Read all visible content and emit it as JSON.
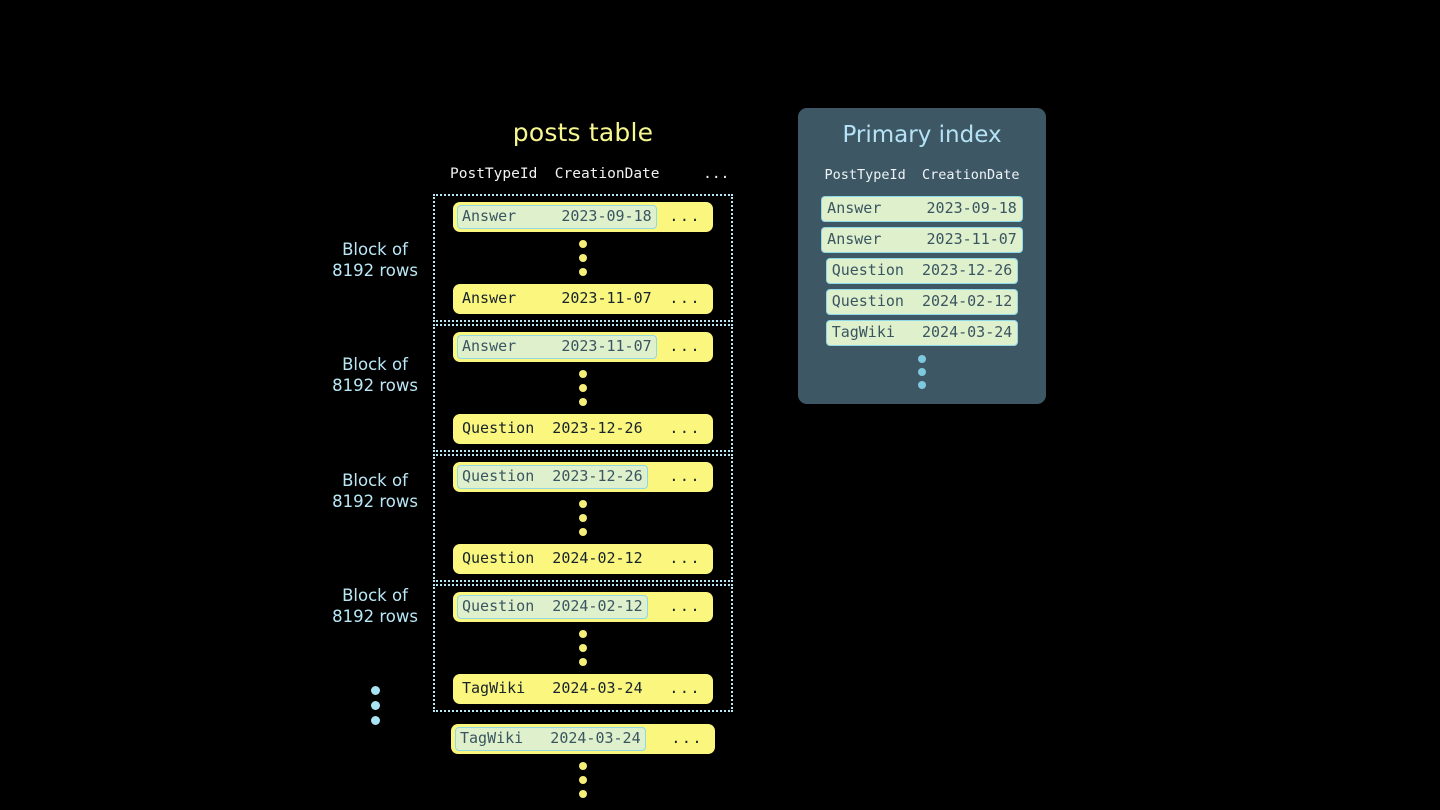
{
  "posts_table": {
    "title": "posts table",
    "columns_line": "PostTypeId  CreationDate     ...",
    "ellipsis": "...",
    "blocks": [
      {
        "label_line1": "Block of",
        "label_line2": "8192 rows",
        "first_row": "Answer     2023-09-18",
        "last_row": "Answer     2023-11-07"
      },
      {
        "label_line1": "Block of",
        "label_line2": "8192 rows",
        "first_row": "Answer     2023-11-07",
        "last_row": "Question  2023-12-26"
      },
      {
        "label_line1": "Block of",
        "label_line2": "8192 rows",
        "first_row": "Question  2023-12-26",
        "last_row": "Question  2024-02-12"
      },
      {
        "label_line1": "Block of",
        "label_line2": "8192 rows",
        "first_row": "Question  2024-02-12",
        "last_row": "TagWiki   2024-03-24"
      }
    ],
    "trailing_row": "TagWiki   2024-03-24"
  },
  "primary_index": {
    "title": "Primary index",
    "columns_line": "PostTypeId  CreationDate",
    "rows": [
      "Answer     2023-09-18",
      "Answer     2023-11-07",
      "Question  2023-12-26",
      "Question  2024-02-12",
      "TagWiki   2024-03-24"
    ]
  },
  "colors": {
    "background": "#000000",
    "row_yellow": "#fbf67e",
    "highlight_green": "#dff0cd",
    "highlight_border": "#8fd8e8",
    "panel_slate": "#3d5765",
    "title_yellow": "#f7f78f",
    "label_cyan": "#b9e7f6",
    "index_title_blue": "#b5e3f5",
    "dot_yellow": "#f5ef7a",
    "dot_cyan": "#a9e4f4",
    "index_dot_blue": "#7fc9e0"
  }
}
